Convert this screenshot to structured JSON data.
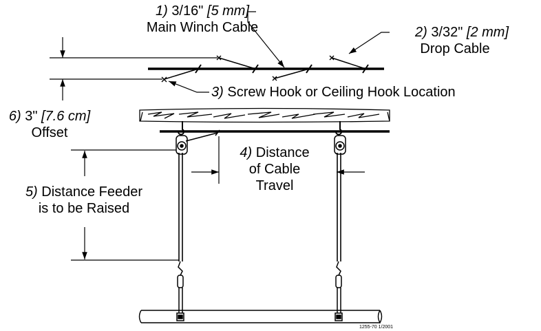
{
  "labels": {
    "l1": {
      "num": "1)",
      "size": "3/16\"",
      "metric": "[5 mm]",
      "desc": "Main Winch Cable"
    },
    "l2": {
      "num": "2)",
      "size": "3/32\"",
      "metric": "[2 mm]",
      "desc": "Drop Cable"
    },
    "l3": {
      "num": "3)",
      "desc": "Screw Hook or Ceiling Hook Location"
    },
    "l4": {
      "num": "4)",
      "line1": "Distance",
      "line2": "of Cable",
      "line3": "Travel"
    },
    "l5": {
      "num": "5)",
      "line1": "Distance Feeder",
      "line2": "is to be Raised"
    },
    "l6": {
      "num": "6)",
      "size": "3\"",
      "metric": "[7.6 cm]",
      "desc": "Offset"
    }
  },
  "footer": {
    "code": "1255-70 1/2001"
  }
}
